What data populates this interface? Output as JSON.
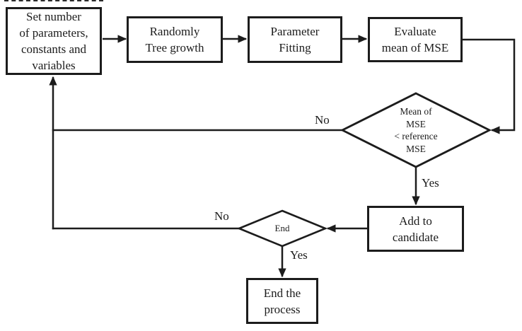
{
  "diagram": {
    "colors": {
      "background": "#ffffff",
      "ink": "#1c1c1c"
    },
    "nodes": {
      "set_params": {
        "shape": "rect",
        "lines": [
          "Set number",
          "of parameters,",
          "constants and",
          "variables"
        ]
      },
      "tree_growth": {
        "shape": "rect",
        "lines": [
          "Randomly",
          "Tree growth"
        ]
      },
      "param_fitting": {
        "shape": "rect",
        "lines": [
          "Parameter",
          "Fitting"
        ]
      },
      "eval_mse": {
        "shape": "rect",
        "lines": [
          "Evaluate",
          "mean of MSE"
        ]
      },
      "mse_check": {
        "shape": "diamond",
        "lines": [
          "Mean of",
          "MSE",
          "< reference",
          "MSE"
        ]
      },
      "add_candidate": {
        "shape": "rect",
        "lines": [
          "Add to",
          "candidate"
        ]
      },
      "end_check": {
        "shape": "diamond",
        "lines": [
          "End"
        ]
      },
      "end_process": {
        "shape": "rect",
        "lines": [
          "End the",
          "process"
        ]
      }
    },
    "labels": {
      "mse_no": "No",
      "mse_yes": "Yes",
      "end_no": "No",
      "end_yes": "Yes"
    }
  }
}
